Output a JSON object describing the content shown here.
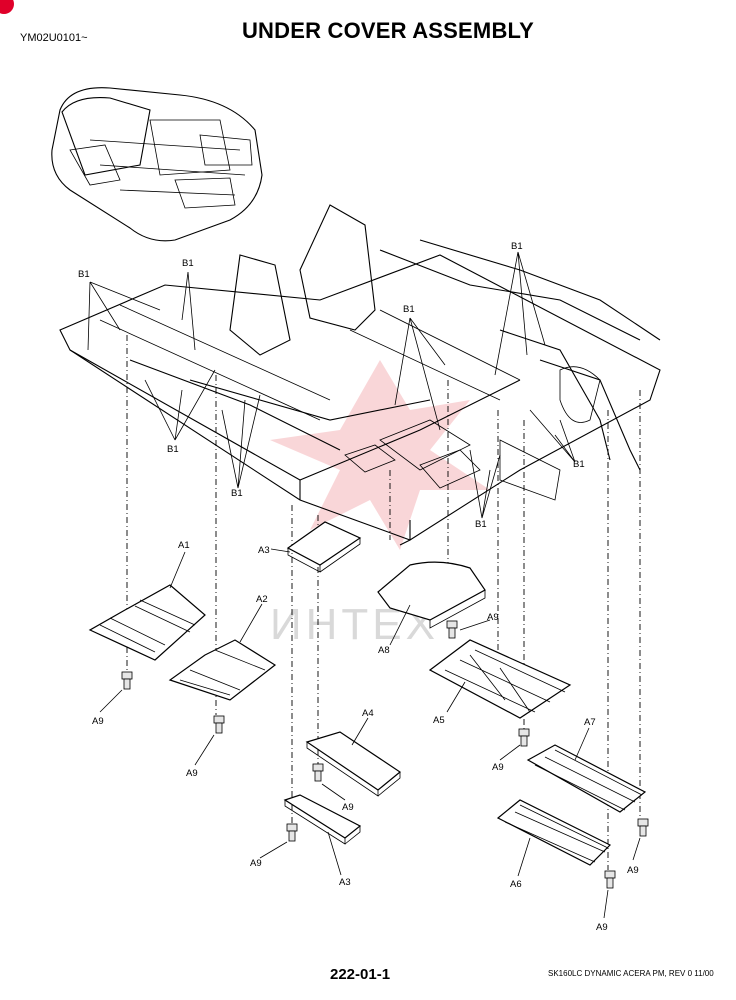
{
  "header": {
    "doc_code": "YM02U0101~",
    "title": "UNDER COVER ASSEMBLY"
  },
  "footer": {
    "page_number": "222-01-1",
    "model_info": "SK160LC DYNAMIC ACERA PM,  REV 0 11/00"
  },
  "watermark": {
    "text": "ИНТЕХ",
    "color": "#f4b4b8"
  },
  "accent_color": "#e0002a",
  "callouts": {
    "b1_upper_left": "B1",
    "b1_upper_mid": "B1",
    "b1_lower_left": "B1",
    "b1_lower_mid": "B1",
    "b1_center": "B1",
    "b1_right_top": "B1",
    "b1_right": "B1",
    "b1_lower_right": "B1",
    "a1": "A1",
    "a2": "A2",
    "a3_top": "A3",
    "a3_bottom": "A3",
    "a4": "A4",
    "a5": "A5",
    "a6": "A6",
    "a7": "A7",
    "a8": "A8",
    "a9_left": "A9",
    "a9_midleft": "A9",
    "a9_center": "A9",
    "a9_lowcenter": "A9",
    "a9_a8": "A9",
    "a9_a5": "A9",
    "a9_right": "A9",
    "a9_bottomright": "A9"
  }
}
